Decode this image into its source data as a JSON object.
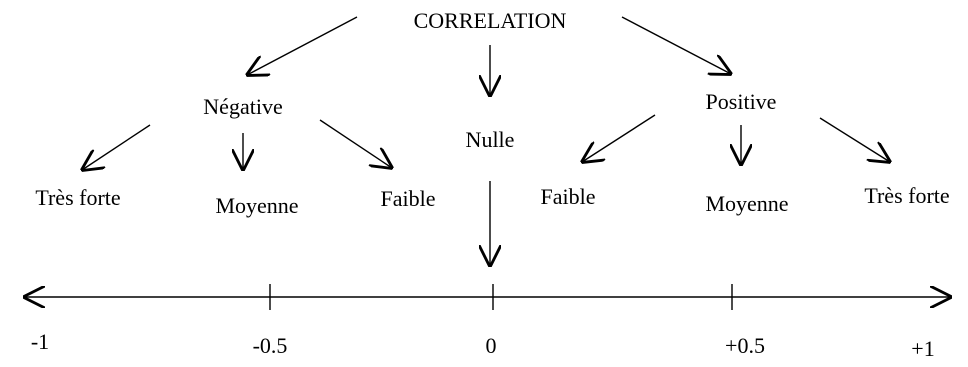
{
  "root": "CORRELATION",
  "branches": {
    "negative": "Négative",
    "null": "Nulle",
    "positive": "Positive"
  },
  "levels": {
    "neg_strong": "Très forte",
    "neg_medium": "Moyenne",
    "neg_weak": "Faible",
    "pos_weak": "Faible",
    "pos_medium": "Moyenne",
    "pos_strong": "Très forte"
  },
  "axis": {
    "ticks": [
      "-1",
      "-0.5",
      "0",
      "+0.5",
      "+1"
    ]
  },
  "colors": {
    "ink": "#000000",
    "background": "#ffffff"
  }
}
